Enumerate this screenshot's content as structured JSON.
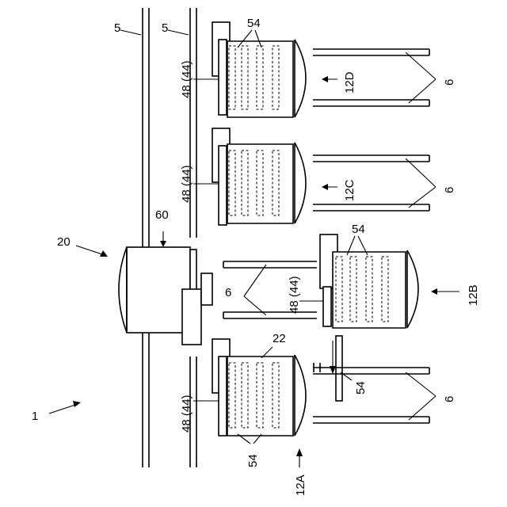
{
  "figure": {
    "ref_overall": "1",
    "ref_device": "20",
    "ref_vessel_60": "60",
    "ref_rail": "5",
    "ref_rail_2": "5",
    "ref_heater": "54",
    "ref_sensor": "48 (44)",
    "ref_leg": "6",
    "ref_body_22": "22",
    "units": {
      "A": "12A",
      "B": "12B",
      "C": "12C",
      "D": "12D"
    }
  }
}
